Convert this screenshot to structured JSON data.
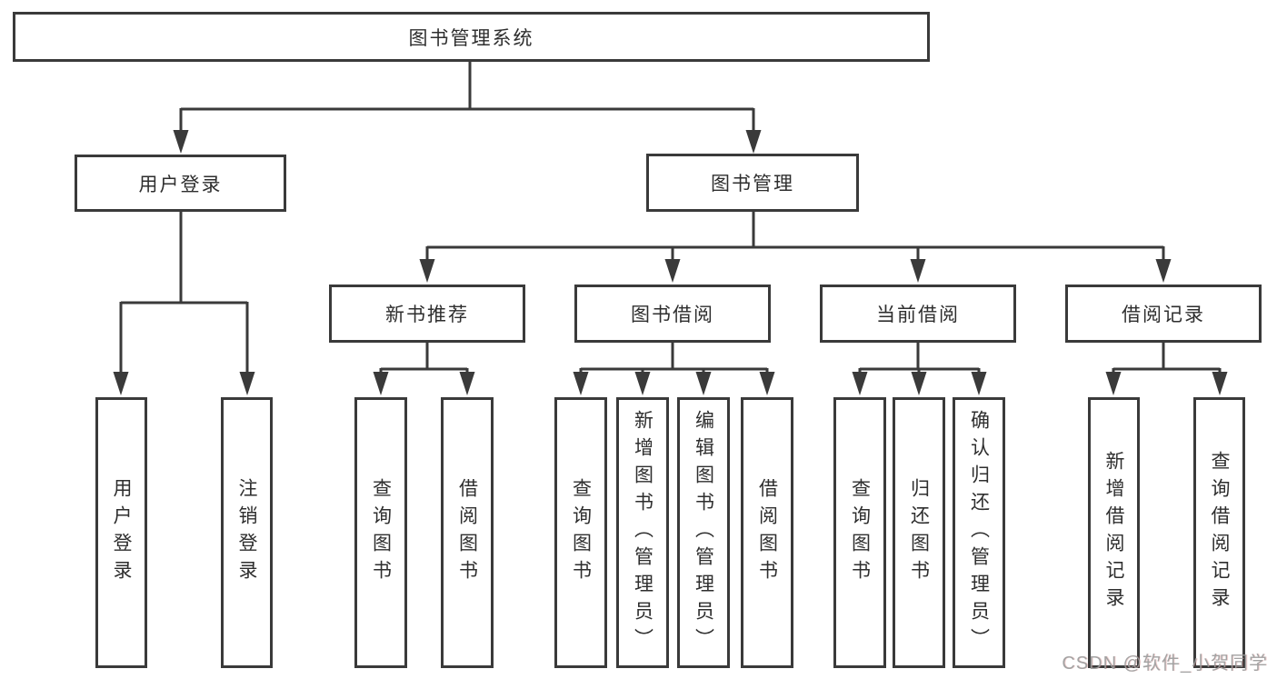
{
  "diagram": {
    "root": "图书管理系统",
    "branches": [
      {
        "label": "用户登录",
        "children": [
          "用户登录",
          "注销登录"
        ]
      },
      {
        "label": "图书管理",
        "sections": [
          {
            "label": "新书推荐",
            "children": [
              "查询图书",
              "借阅图书"
            ]
          },
          {
            "label": "图书借阅",
            "children": [
              "查询图书",
              "新增图书（管理员）",
              "编辑图书（管理员）",
              "借阅图书"
            ]
          },
          {
            "label": "当前借阅",
            "children": [
              "查询图书",
              "归还图书",
              "确认归还（管理员）"
            ]
          },
          {
            "label": "借阅记录",
            "children": [
              "新增借阅记录",
              "查询借阅记录"
            ]
          }
        ]
      }
    ]
  },
  "watermark": {
    "text": "CSDN @软件_小贺同学"
  },
  "colors": {
    "line": "#3a3a3a",
    "text": "#2e2e2e",
    "watermark": "#9c9c9c",
    "background": "#ffffff"
  }
}
